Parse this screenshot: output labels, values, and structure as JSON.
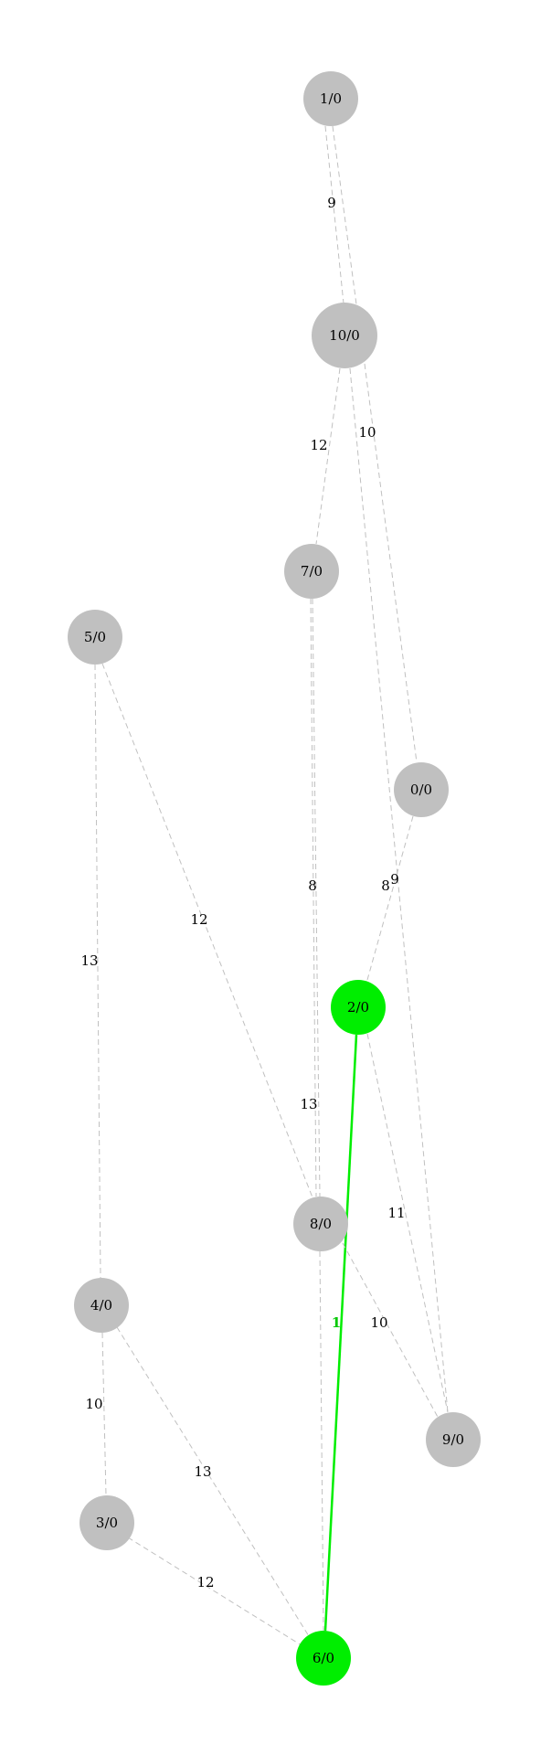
{
  "graph": {
    "nodes": [
      {
        "id": "n1",
        "label": "1/0",
        "highlight": false
      },
      {
        "id": "n10",
        "label": "10/0",
        "highlight": false
      },
      {
        "id": "n7",
        "label": "7/0",
        "highlight": false
      },
      {
        "id": "n5",
        "label": "5/0",
        "highlight": false
      },
      {
        "id": "n0",
        "label": "0/0",
        "highlight": false
      },
      {
        "id": "n2",
        "label": "2/0",
        "highlight": true
      },
      {
        "id": "n8",
        "label": "8/0",
        "highlight": false
      },
      {
        "id": "n4",
        "label": "4/0",
        "highlight": false
      },
      {
        "id": "n9",
        "label": "9/0",
        "highlight": false
      },
      {
        "id": "n3",
        "label": "3/0",
        "highlight": false
      },
      {
        "id": "n6",
        "label": "6/0",
        "highlight": true
      }
    ],
    "edges": [
      {
        "from": "n1",
        "to": "n10",
        "label": "9",
        "highlight": false
      },
      {
        "from": "n10",
        "to": "n7",
        "label": "12",
        "highlight": false
      },
      {
        "from": "n10",
        "to": "n0",
        "label": "10",
        "highlight": false
      },
      {
        "from": "n10",
        "to": "n9",
        "label": "9",
        "highlight": false
      },
      {
        "from": "n7",
        "to": "n8",
        "label": "8",
        "highlight": false
      },
      {
        "from": "n0",
        "to": "n2",
        "label": "8",
        "highlight": false
      },
      {
        "from": "n5",
        "to": "n8",
        "label": "12",
        "highlight": false
      },
      {
        "from": "n5",
        "to": "n4",
        "label": "13",
        "highlight": false
      },
      {
        "from": "n2",
        "to": "n6",
        "label": "1",
        "highlight": true
      },
      {
        "from": "n2",
        "to": "n9",
        "label": "11",
        "highlight": false
      },
      {
        "from": "n8",
        "to": "n9",
        "label": "10",
        "highlight": false
      },
      {
        "from": "n8",
        "to": "n6",
        "label": "13",
        "highlight": false
      },
      {
        "from": "n4",
        "to": "n3",
        "label": "10",
        "highlight": false
      },
      {
        "from": "n4",
        "to": "n6",
        "label": "13",
        "highlight": false
      },
      {
        "from": "n3",
        "to": "n6",
        "label": "12",
        "highlight": false
      }
    ],
    "colors": {
      "node": "#c0c0c0",
      "highlight": "#00ee00",
      "edge": "#c0c0c0",
      "highlight_label": "#00c800"
    }
  }
}
